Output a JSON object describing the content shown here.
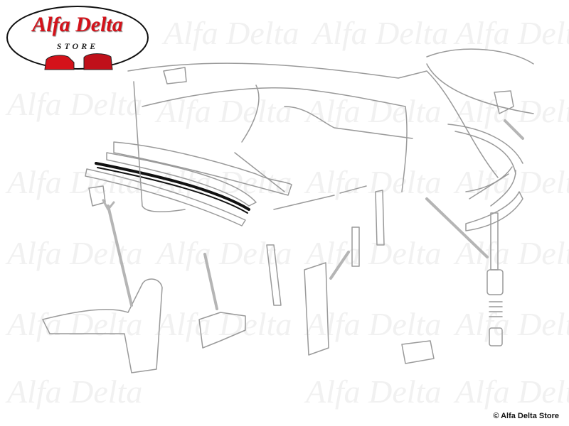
{
  "logo": {
    "title": "Alfa Delta",
    "subtitle": "STORE"
  },
  "watermark": "Alfa Delta",
  "copyright": "© Alfa Delta Store",
  "colors": {
    "line": "#9a9a9a",
    "highlight": "#111111",
    "brand_red": "#d4121a",
    "watermark": "#f1f1f1"
  }
}
